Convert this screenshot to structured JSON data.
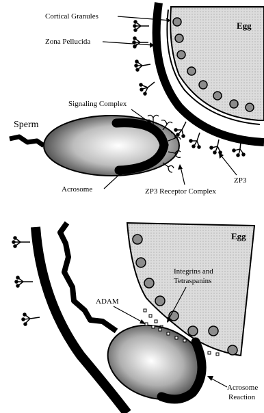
{
  "panel_top": {
    "labels": {
      "cortical_granules": "Cortical Granules",
      "zona_pellucida": "Zona Pellucida",
      "egg": "Egg",
      "signaling_complex": "Signaling Complex",
      "sperm": "Sperm",
      "acrosome": "Acrosome",
      "zp3_receptor_complex": "ZP3 Receptor Complex",
      "zp3": "ZP3"
    }
  },
  "panel_bottom": {
    "labels": {
      "egg": "Egg",
      "integrins_line1": "Integrins and",
      "integrins_line2": "Tetraspanins",
      "adam": "ADAM",
      "acrosome_reaction_line1": "Acrosome",
      "acrosome_reaction_line2": "Reaction"
    }
  },
  "colors": {
    "ink": "#000000",
    "egg_fill": "#d9d9d9",
    "granule_fill": "#8c8c8c"
  }
}
